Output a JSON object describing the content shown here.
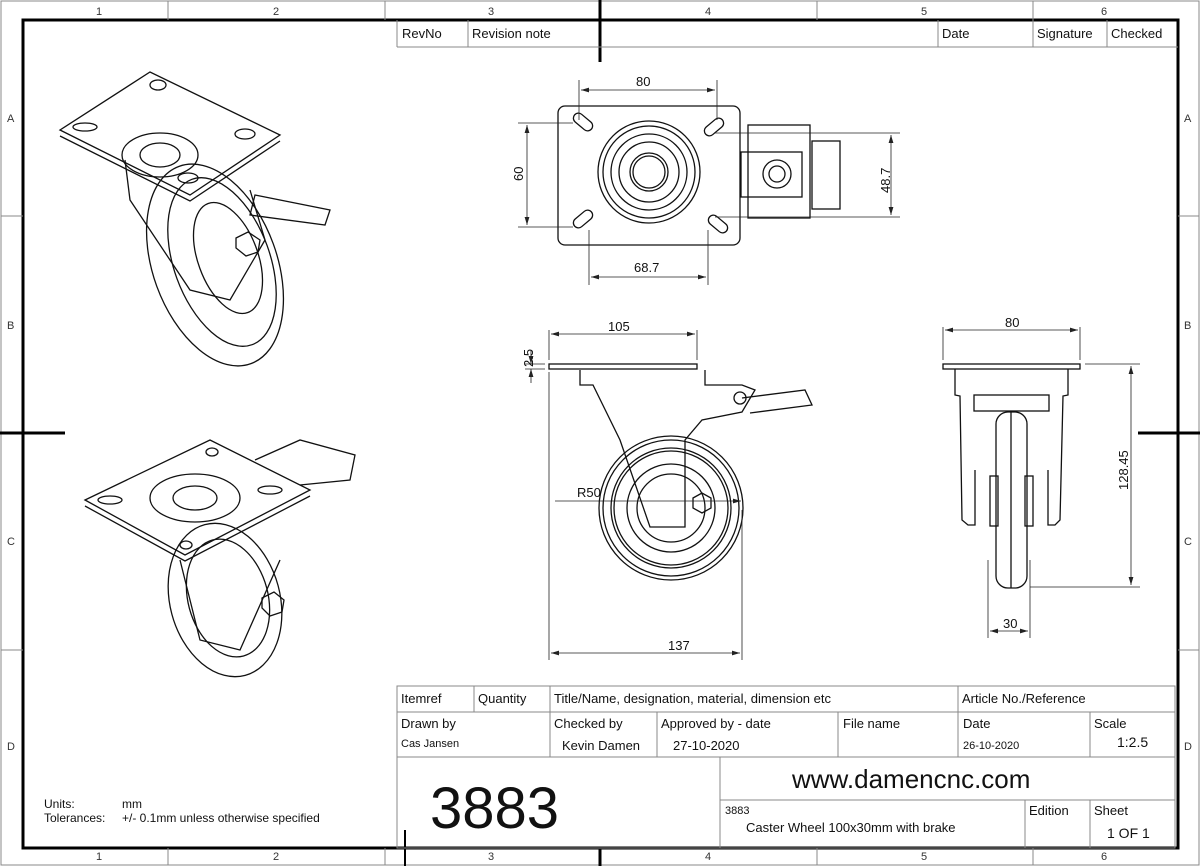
{
  "zones": {
    "columns": [
      "1",
      "2",
      "3",
      "4",
      "5",
      "6"
    ],
    "rows": [
      "A",
      "B",
      "C",
      "D"
    ]
  },
  "revision_table": {
    "revno": "RevNo",
    "revision_note": "Revision note",
    "date": "Date",
    "signature": "Signature",
    "checked": "Checked"
  },
  "dimensions": {
    "top_width": "80",
    "top_height": "60",
    "top_hole_spacing": "68.7",
    "top_brake_width": "48.7",
    "front_plate_width": "105",
    "front_plate_thickness": "2.5",
    "front_radius": "R50",
    "front_overall_length": "137",
    "side_plate_width": "80",
    "side_height": "128.45",
    "side_wheel_width": "30"
  },
  "notes": {
    "units_label": "Units:",
    "units_value": "mm",
    "tolerances_label": "Tolerances:",
    "tolerances_value": "+/- 0.1mm unless otherwise specified"
  },
  "title_block": {
    "itemref": "Itemref",
    "quantity": "Quantity",
    "title_header": "Title/Name, designation, material, dimension etc",
    "article_header": "Article No./Reference",
    "drawn_by_label": "Drawn by",
    "drawn_by": "Cas Jansen",
    "checked_by_label": "Checked by",
    "checked_by": "Kevin Damen",
    "approved_label": "Approved by - date",
    "approved_date": "27-10-2020",
    "file_name_label": "File name",
    "date_label": "Date",
    "date": "26-10-2020",
    "scale_label": "Scale",
    "scale": "1:2.5",
    "drawing_number": "3883",
    "website": "www.damencnc.com",
    "part_number": "3883",
    "part_title": "Caster Wheel 100x30mm with brake",
    "edition_label": "Edition",
    "sheet_label": "Sheet",
    "sheet": "1 OF 1"
  }
}
